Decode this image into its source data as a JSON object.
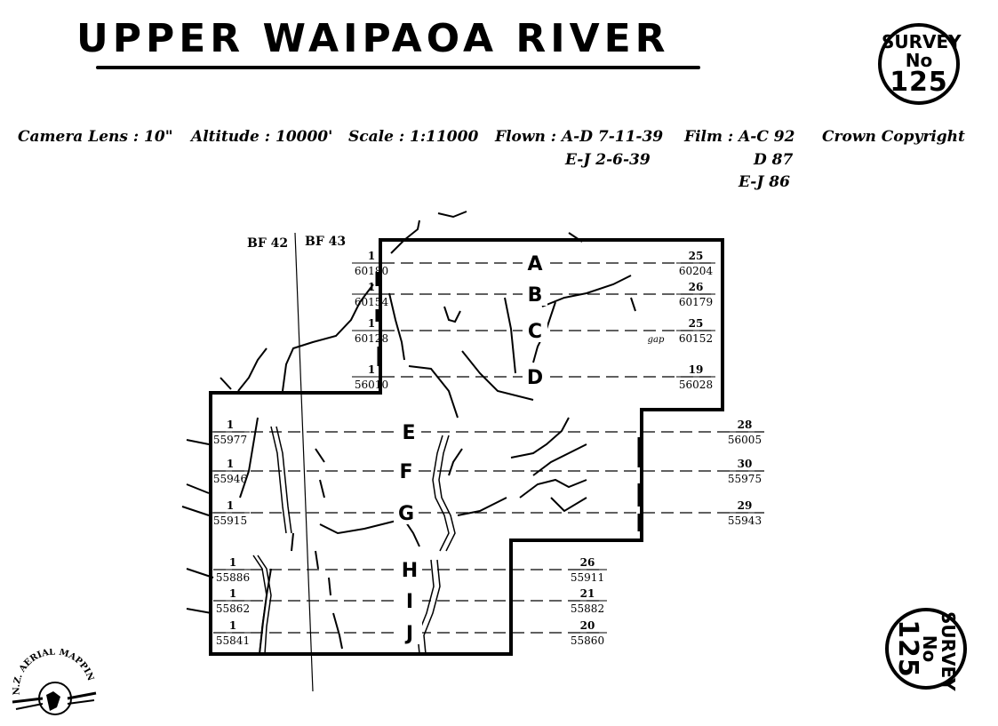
{
  "title": "UPPER WAIPAOA RIVER",
  "survey_stamp": {
    "line1": "SURVEY",
    "line2": "No",
    "number": "125"
  },
  "info": {
    "camera_lens": "Camera Lens : 10\"",
    "altitude": "Altitude : 10000'",
    "scale": "Scale : 1:11000",
    "flown_1": "Flown : A-D  7-11-39",
    "flown_2": "E-J  2-6-39",
    "film_1": "Film : A-C  92",
    "film_2": "D  87",
    "film_3": "E-J  86",
    "copyright": "Crown Copyright"
  },
  "sheets": {
    "left": "BF 42",
    "right": "BF 43"
  },
  "runs": [
    {
      "label": "A",
      "start_frame": "1",
      "start_film": "60180",
      "end_frame": "25",
      "end_film": "60204"
    },
    {
      "label": "B",
      "start_frame": "1",
      "start_film": "60154",
      "end_frame": "26",
      "end_film": "60179"
    },
    {
      "label": "C",
      "start_frame": "1",
      "start_film": "60128",
      "end_frame": "25",
      "end_film": "60152",
      "note": "gap"
    },
    {
      "label": "D",
      "start_frame": "1",
      "start_film": "56010",
      "end_frame": "19",
      "end_film": "56028"
    },
    {
      "label": "E",
      "start_frame": "1",
      "start_film": "55977",
      "end_frame": "28",
      "end_film": "56005"
    },
    {
      "label": "F",
      "start_frame": "1",
      "start_film": "55946",
      "end_frame": "30",
      "end_film": "55975"
    },
    {
      "label": "G",
      "start_frame": "1",
      "start_film": "55915",
      "end_frame": "29",
      "end_film": "55943"
    },
    {
      "label": "H",
      "start_frame": "1",
      "start_film": "55886",
      "end_frame": "26",
      "end_film": "55911"
    },
    {
      "label": "I",
      "start_frame": "1",
      "start_film": "55862",
      "end_frame": "21",
      "end_film": "55882"
    },
    {
      "label": "J",
      "start_frame": "1",
      "start_film": "55841",
      "end_frame": "20",
      "end_film": "55860"
    }
  ],
  "logo": {
    "text": "N.Z. AERIAL MAPPING LTD."
  },
  "colors": {
    "ink": "#000000",
    "paper": "#ffffff"
  }
}
